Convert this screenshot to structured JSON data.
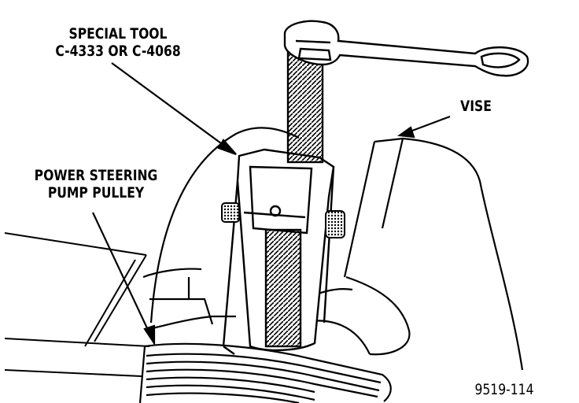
{
  "labels": {
    "special_tool_line1": "SPECIAL TOOL",
    "special_tool_line2": "C-4333 OR C-4068",
    "vise": "VISE",
    "pulley_line1": "POWER STEERING",
    "pulley_line2": "PUMP PULLEY",
    "figure_number": "9519-114"
  },
  "colors": {
    "ink": "#000000",
    "paper": "#ffffff"
  }
}
